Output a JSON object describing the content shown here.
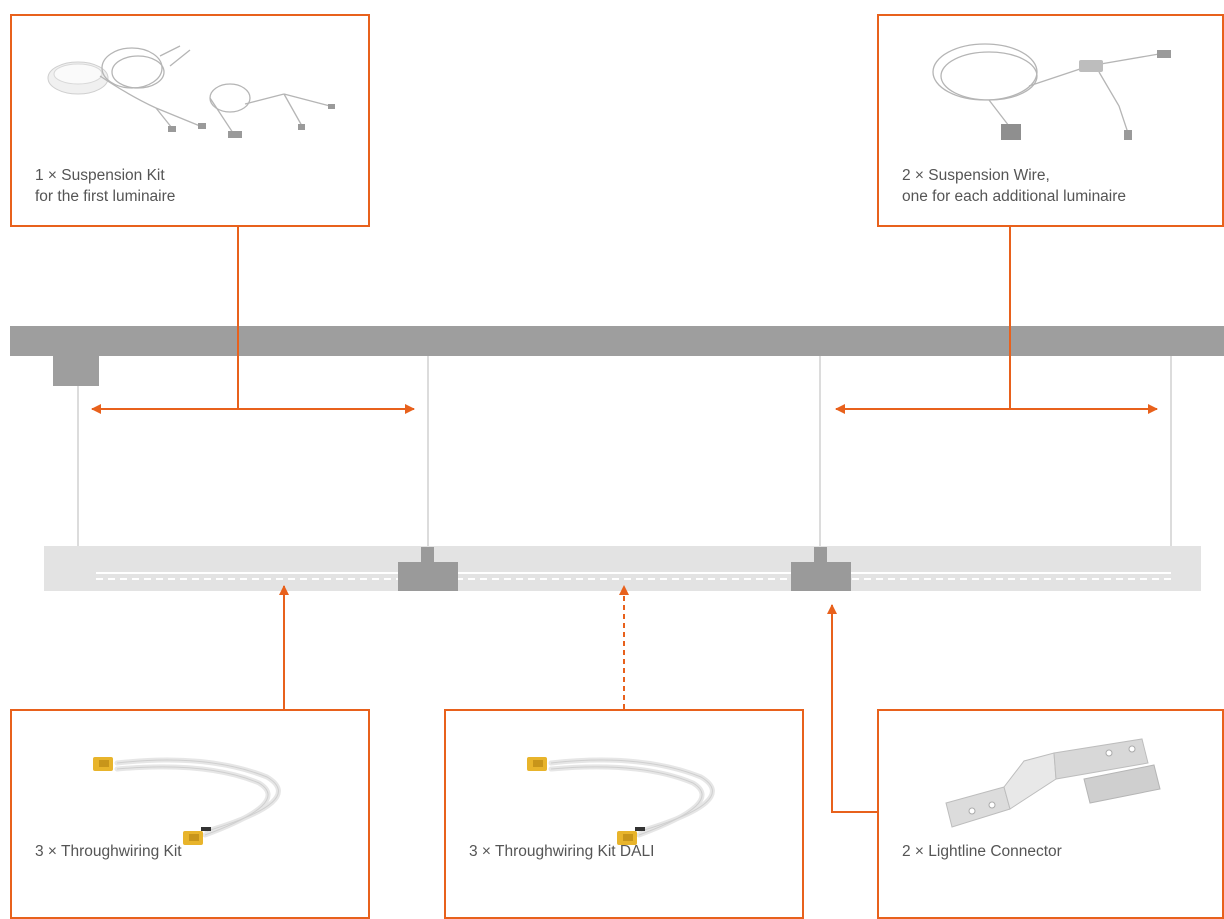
{
  "colors": {
    "accent": "#e8611c",
    "ceiling": "#9e9e9e",
    "luminaire": "#e2e2e2",
    "wire": "#dcdcdc",
    "connector": "#9a9a9a",
    "caption": "#555555"
  },
  "kits": {
    "suspension_kit": {
      "line1": "1 × Suspension Kit",
      "line2": "for the first luminaire",
      "icon": "suspension-kit-image"
    },
    "suspension_wire": {
      "line1": "2 × Suspension Wire,",
      "line2": "one for each additional luminaire",
      "icon": "suspension-wire-image"
    },
    "throughwiring_kit": {
      "label": "3 × Throughwiring Kit",
      "icon": "throughwiring-cable-image"
    },
    "throughwiring_kit_dali": {
      "label": "3 × Throughwiring Kit DALI",
      "icon": "throughwiring-cable-image"
    },
    "lightline_connector": {
      "label": "2 × Lightline Connector",
      "icon": "connector-bracket-image"
    }
  }
}
